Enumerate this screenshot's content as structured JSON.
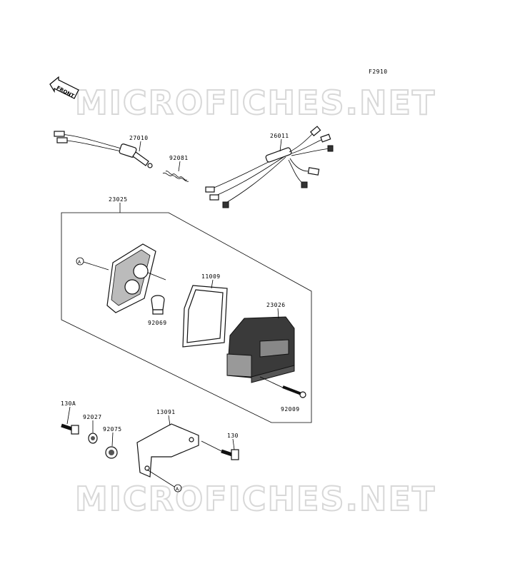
{
  "figure_code": "F2910",
  "front_arrow_label": "FRONT",
  "watermark": "MICROFICHES.NET",
  "callout_letter": "A",
  "parts": {
    "p27010": "27010",
    "p92081": "92081",
    "p26011": "26011",
    "p23025": "23025",
    "p11009": "11009",
    "p23026": "23026",
    "p92069": "92069",
    "p92009": "92009",
    "p130A": "130A",
    "p92027": "92027",
    "p92075": "92075",
    "p13091": "13091",
    "p130": "130"
  }
}
